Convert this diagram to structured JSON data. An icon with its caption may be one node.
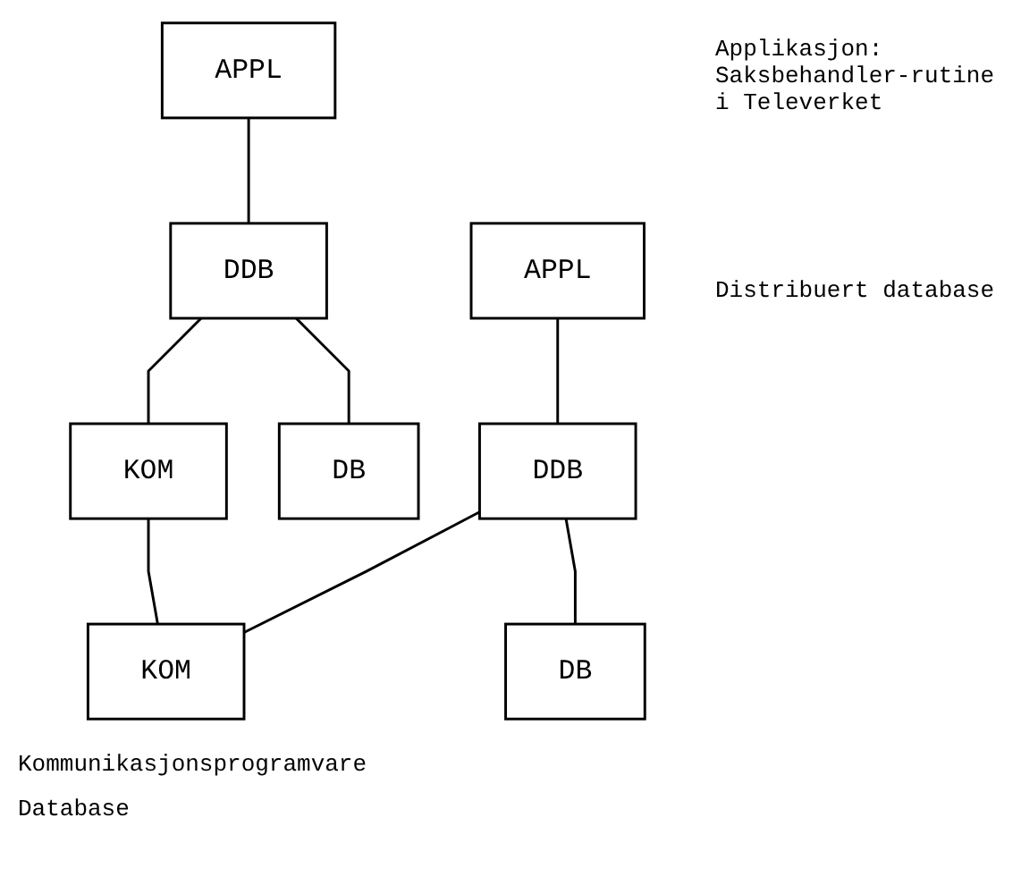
{
  "diagram": {
    "nodes": [
      {
        "text": [
          "APPL"
        ]
      },
      {
        "text": [
          "APPL"
        ]
      },
      {
        "text": [
          "DDB"
        ]
      },
      {
        "text": [
          "DDB"
        ]
      },
      {
        "text": [
          "DB"
        ]
      },
      {
        "text": [
          "KOM"
        ]
      },
      {
        "text": [
          "KOM"
        ]
      },
      {
        "text": [
          "DB"
        ]
      }
    ],
    "edges": [
      {
        "from": 0,
        "to": 2,
        "arrow": "none"
      },
      {
        "from": 1,
        "to": 3,
        "arrow": "none"
      },
      {
        "from": 2,
        "to": 4,
        "arrow": "none"
      },
      {
        "from": 2,
        "to": 5,
        "arrow": "none"
      },
      {
        "from": 3,
        "to": 6,
        "arrow": "none"
      },
      {
        "from": 3,
        "to": 7,
        "arrow": "none"
      },
      {
        "from": 5,
        "to": 6,
        "arrow": "none"
      }
    ],
    "labels": [
      "Applikasjon: Saksbehandler-rutine i Televerket",
      "Distribuert database",
      "Kommunikasjonsprogramvare",
      "Database"
    ]
  }
}
